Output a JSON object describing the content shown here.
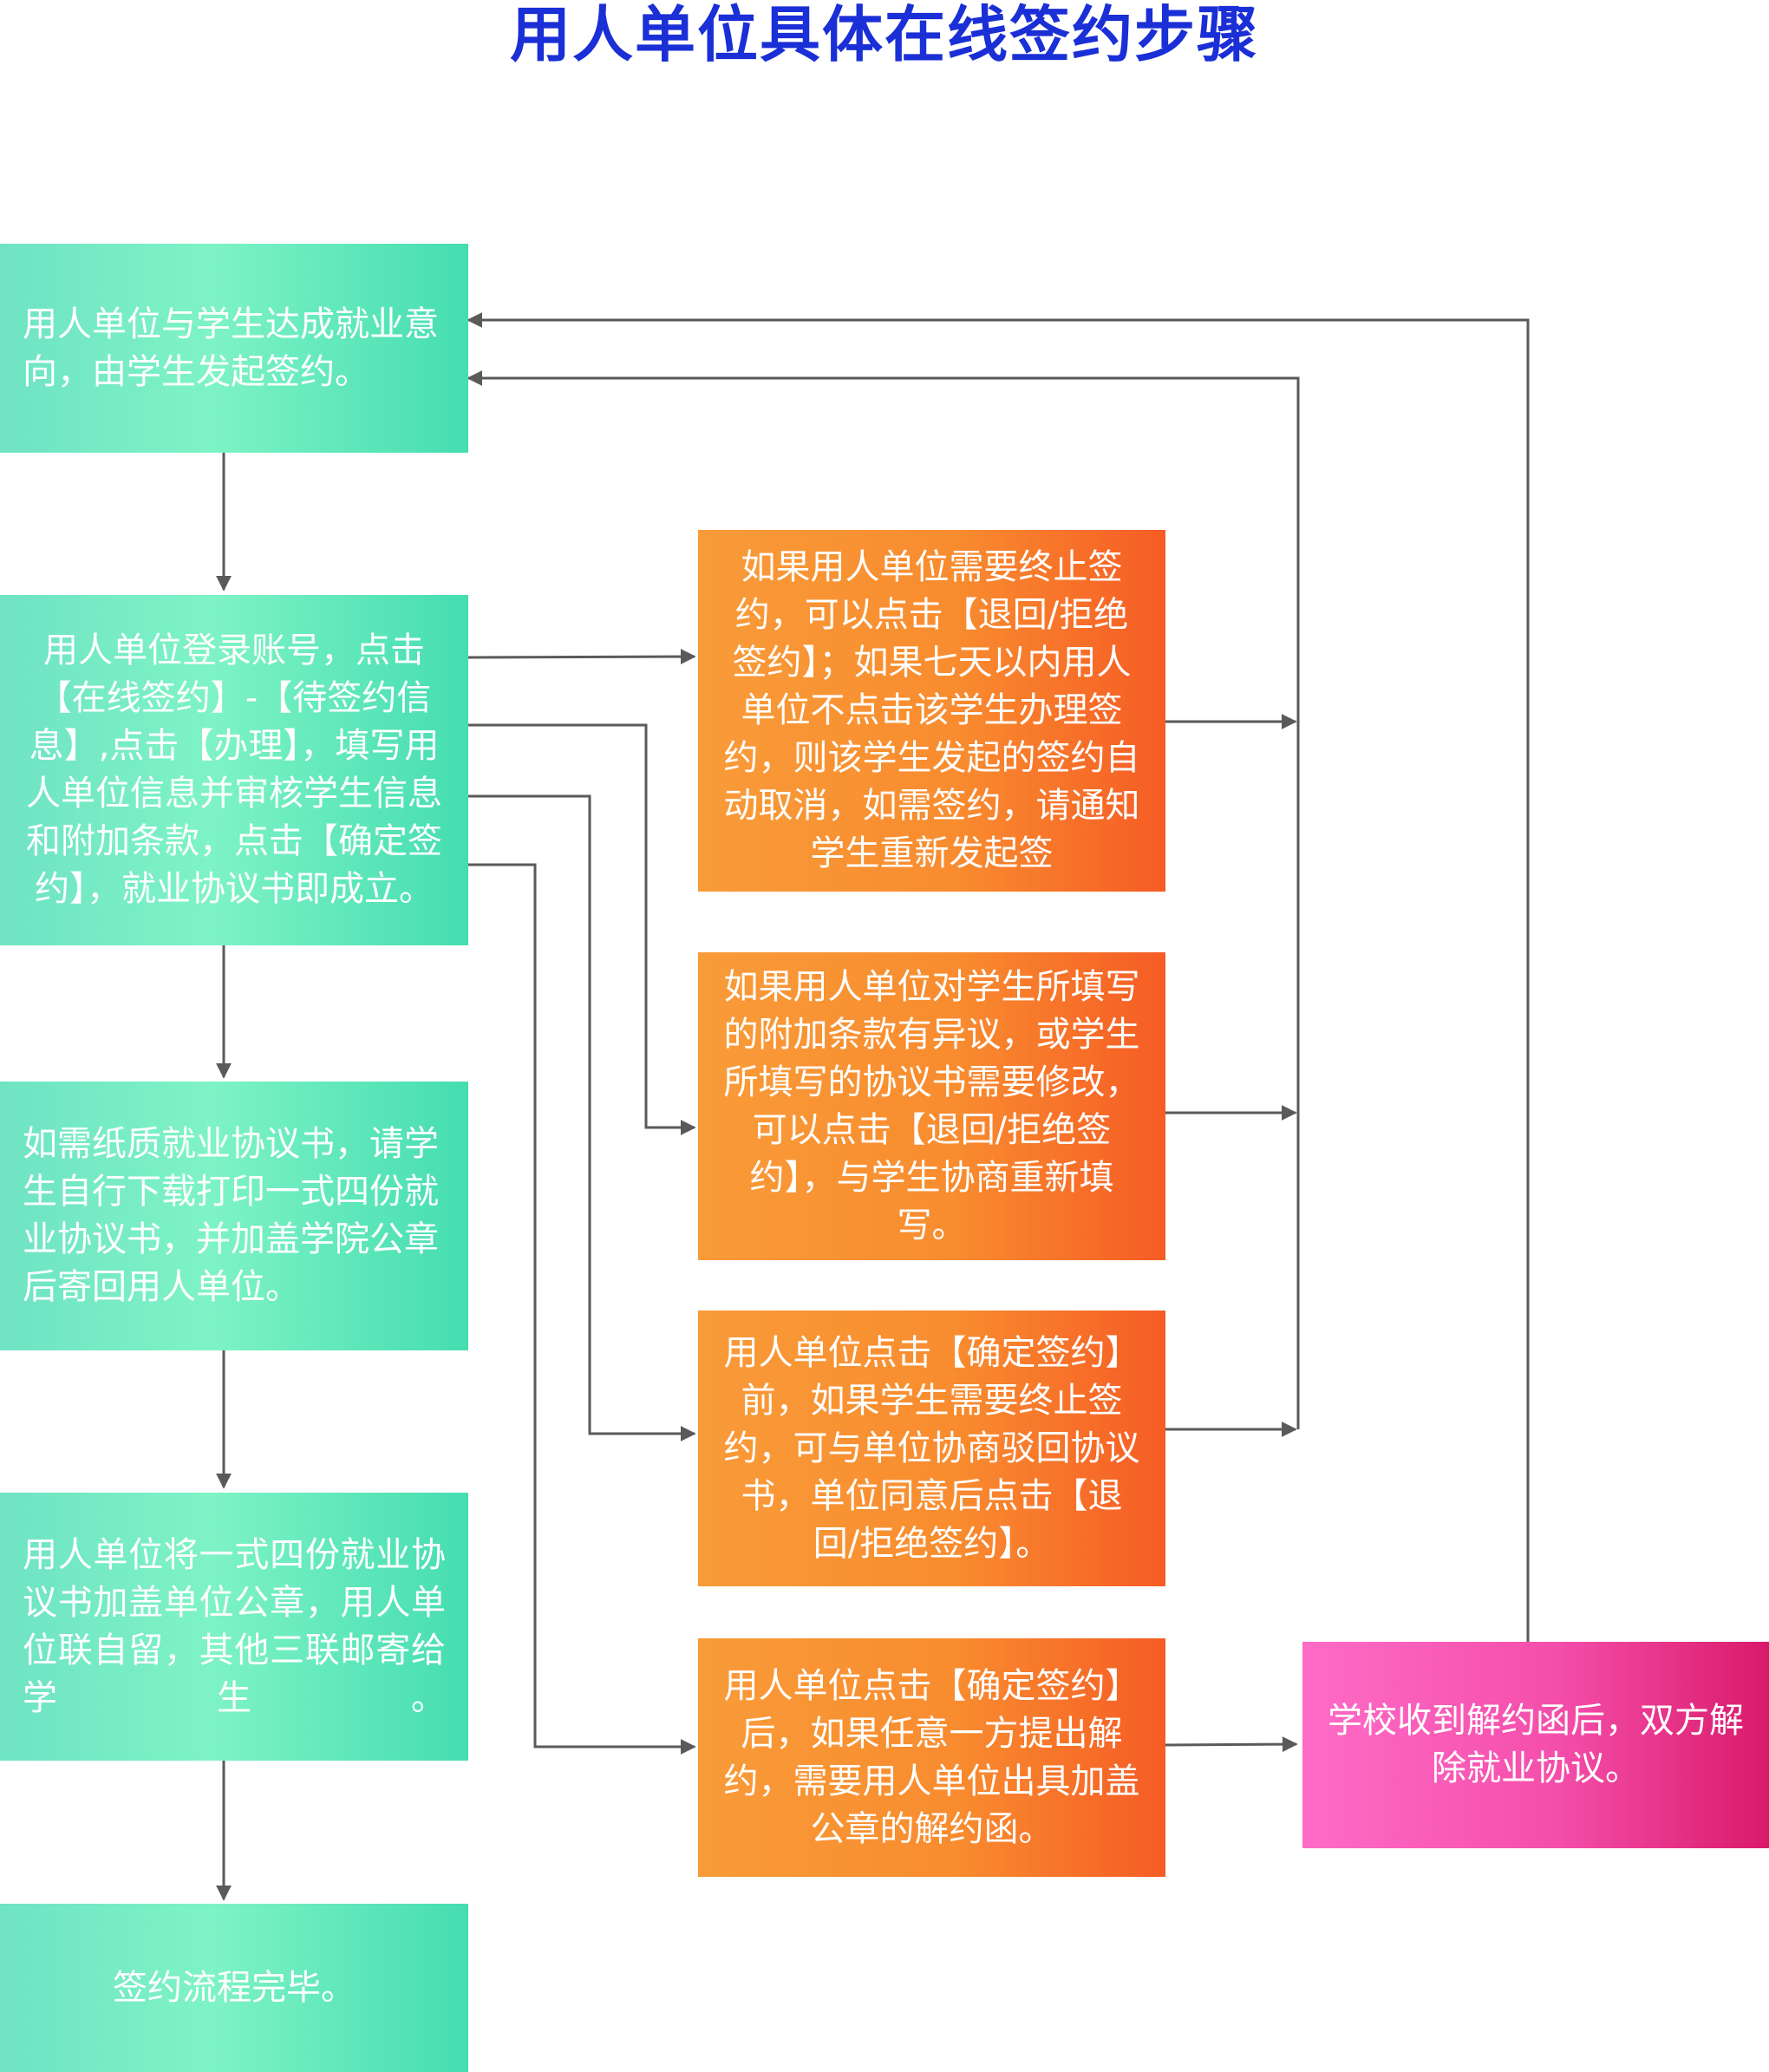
{
  "title": "用人单位具体在线签约步骤",
  "steps": [
    "用人单位与学生达成就业意向，由学生发起签约。",
    "用人单位登录账号，点击【在线签约】-【待签约信息】,点击【办理】，填写用人单位信息并审核学生信息和附加条款，点击【确定签约】，就业协议书即成立。",
    "如需纸质就业协议书，请学生自行下载打印一式四份就业协议书，并加盖学院公章后寄回用人单位。",
    "用人单位将一式四份就业协议书加盖单位公章，用人单位联自留，其他三联邮寄给学生。",
    "签约流程完毕。"
  ],
  "branches": [
    "如果用人单位需要终止签约，可以点击【退回/拒绝签约】；如果七天以内用人单位不点击该学生办理签约，则该学生发起的签约自动取消，如需签约，请通知学生重新发起签",
    "如果用人单位对学生所填写的附加条款有异议，或学生所填写的协议书需要修改，可以点击【退回/拒绝签约】，与学生协商重新填写。",
    "用人单位点击【确定签约】前，如果学生需要终止签约，可与单位协商驳回协议书，单位同意后点击【退回/拒绝签约】。",
    "用人单位点击【确定签约】后，如果任意一方提出解约，需要用人单位出具加盖公章的解约函。"
  ],
  "final": "学校收到解约函后，双方解除就业协议。",
  "colors": {
    "title": "#1a2fd6",
    "green": "#45ddb0",
    "orange": "#f88c2f",
    "pink": "#f44eaa",
    "connector": "#5a5a5a"
  }
}
